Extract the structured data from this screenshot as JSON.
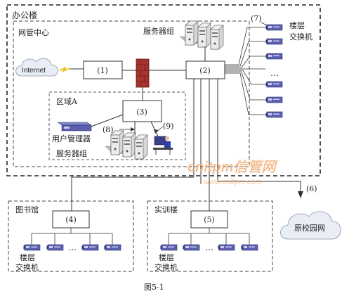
{
  "labels": {
    "office_building": "办公楼",
    "nm_center": "网管中心",
    "server_group_top": "服务器组",
    "zone_a": "区域A",
    "user_mgr": "用户管理器",
    "server_group_a": "服务器组",
    "floor_switch_right_1": "楼层",
    "floor_switch_right_2": "交换机",
    "library": "图书馆",
    "training": "实训楼",
    "floor_switch_lib_1": "楼层",
    "floor_switch_lib_2": "交换机",
    "floor_switch_train_1": "楼层",
    "floor_switch_train_2": "交换机",
    "campus_net": "原校园网",
    "internet": "Internet",
    "figure_caption": "图5-1",
    "watermark_main": "cnitpm信管网",
    "watermark_url": "www.cnitpm.com",
    "ellipsis": "…"
  },
  "nodes": {
    "n1": "(1)",
    "n2": "(2)",
    "n3": "(3)",
    "n4": "(4)",
    "n5": "(5)",
    "n6": "(6)",
    "n7": "(7)",
    "n8": "(8)",
    "n9": "(9)"
  },
  "colors": {
    "line": "#333333",
    "switch_body": "#5a5fb0",
    "firewall": "#a8322d",
    "cloud_fill": "#e9edf5",
    "watermark": "#f2b27a"
  }
}
